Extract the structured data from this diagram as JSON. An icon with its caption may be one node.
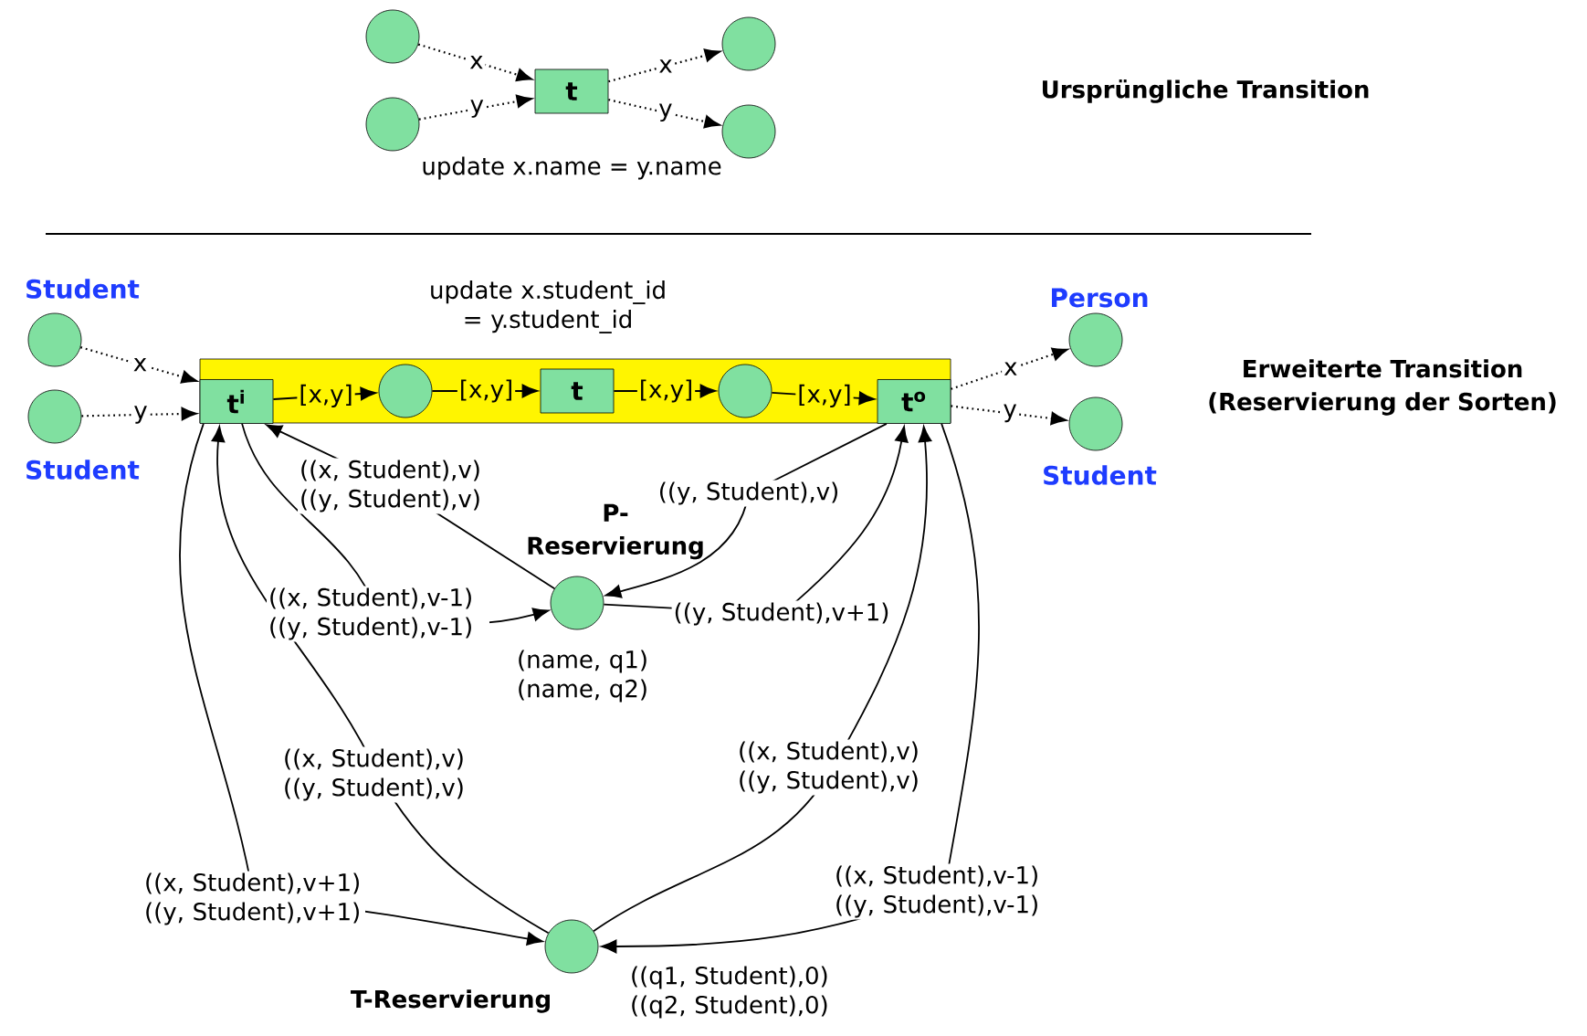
{
  "diagram": {
    "nodes": [
      {
        "text": [],
        "shape": "circle"
      },
      {
        "text": [],
        "shape": "circle"
      },
      {
        "text": [
          "t"
        ]
      },
      {
        "text": [],
        "shape": "circle"
      },
      {
        "text": [],
        "shape": "circle"
      },
      {
        "text": [],
        "shape": "box",
        "beside": [
          "update x.student_id = y.student_id"
        ]
      },
      {
        "text": [
          "t$^{i}$"
        ],
        "in": 5
      },
      {
        "text": [],
        "shape": "circle",
        "in": 5
      },
      {
        "text": [
          "t"
        ],
        "in": 5
      },
      {
        "text": [],
        "shape": "circle",
        "in": 5
      },
      {
        "text": [
          "t$^{o}$"
        ],
        "in": 5
      },
      {
        "text": [],
        "shape": "circle",
        "beside": [
          "Student"
        ]
      },
      {
        "text": [],
        "shape": "circle",
        "beside": [
          "Student"
        ]
      },
      {
        "text": [],
        "shape": "circle",
        "beside": [
          "Person"
        ]
      },
      {
        "text": [],
        "shape": "circle",
        "beside": [
          "Student"
        ]
      },
      {
        "text": [],
        "shape": "circle",
        "beside": [
          "P-Reservierung",
          "(name, q1) (name, q2)"
        ]
      },
      {
        "text": [],
        "shape": "circle",
        "beside": [
          "T-Reservierung",
          "((q1, Student),0) ((q2, Student),0)"
        ]
      }
    ],
    "edges": [
      {
        "from": 0,
        "to": 2,
        "arrow": "to",
        "label": "x",
        "style": "dashed"
      },
      {
        "from": 1,
        "to": 2,
        "arrow": "to",
        "label": "y",
        "style": "dashed"
      },
      {
        "from": 2,
        "to": 3,
        "arrow": "to",
        "label": "x",
        "style": "dashed"
      },
      {
        "from": 2,
        "to": 4,
        "arrow": "to",
        "label": "y",
        "style": "dashed"
      },
      {
        "from": 11,
        "to": 6,
        "arrow": "to",
        "label": "x",
        "style": "dashed"
      },
      {
        "from": 12,
        "to": 6,
        "arrow": "to",
        "label": "y",
        "style": "dashed"
      },
      {
        "from": 6,
        "to": 7,
        "arrow": "to",
        "label": "[x,y]"
      },
      {
        "from": 7,
        "to": 8,
        "arrow": "to",
        "label": "[x,y]"
      },
      {
        "from": 8,
        "to": 9,
        "arrow": "to",
        "label": "[x,y]"
      },
      {
        "from": 9,
        "to": 10,
        "arrow": "to",
        "label": "[x,y]"
      },
      {
        "from": 10,
        "to": 13,
        "arrow": "to",
        "label": "x",
        "style": "dashed"
      },
      {
        "from": 10,
        "to": 14,
        "arrow": "to",
        "label": "y",
        "style": "dashed"
      },
      {
        "from": 15,
        "to": 6,
        "arrow": "to",
        "label": "((x, Student),v) ((y, Student),v)"
      },
      {
        "from": 6,
        "to": 15,
        "arrow": "to",
        "label": "((x, Student),v-1) ((y, Student),v-1)"
      },
      {
        "from": 10,
        "to": 15,
        "arrow": "to",
        "label": "((y, Student),v)"
      },
      {
        "from": 15,
        "to": 10,
        "arrow": "to",
        "label": "((y, Student),v+1)"
      },
      {
        "from": 16,
        "to": 6,
        "arrow": "to",
        "label": "((x, Student),v) ((y, Student),v)"
      },
      {
        "from": 6,
        "to": 16,
        "arrow": "to",
        "label": "((x, Student),v+1) ((y, Student),v+1)"
      },
      {
        "from": 16,
        "to": 10,
        "arrow": "to",
        "label": "((x, Student),v) ((y, Student),v)"
      },
      {
        "from": 10,
        "to": 16,
        "arrow": "to",
        "label": "((x, Student),v-1) ((y, Student),v-1)"
      }
    ],
    "labels": [
      "Ursprüngliche Transition",
      "update x.name = y.name",
      "Erweiterte Transition (Reservierung der Sorten)"
    ]
  }
}
